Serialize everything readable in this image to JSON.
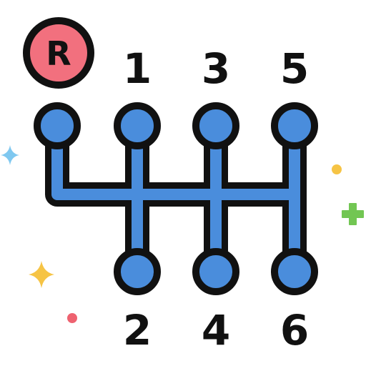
{
  "shift_pattern": {
    "reverse_label": "R",
    "top_gears": [
      "1",
      "3",
      "5"
    ],
    "bottom_gears": [
      "2",
      "4",
      "6"
    ]
  },
  "colors": {
    "track_fill": "#4A8DDC",
    "outline": "#111111",
    "reverse_badge": "#F2707E",
    "sparkle_blue": "#7FC8F0",
    "sparkle_yellow": "#F6C445",
    "sparkle_green": "#72C653",
    "dot_yellow": "#F6C445",
    "dot_pink": "#EE6270"
  },
  "icons": {
    "reverse": "reverse-gear-icon",
    "shifter": "gear-shift-pattern-icon",
    "decor": [
      "sparkle-icon",
      "plus-icon",
      "dot-icon"
    ]
  }
}
